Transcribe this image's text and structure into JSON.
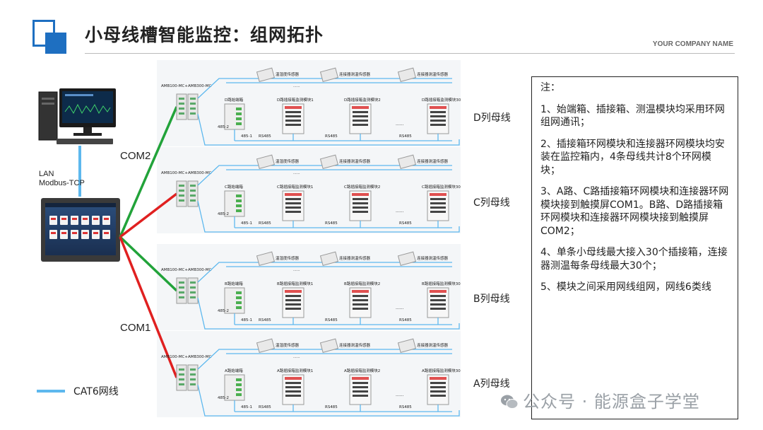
{
  "header": {
    "title": "小母线槽智能监控：组网拓扑",
    "company": "YOUR COMPANY NAME"
  },
  "left": {
    "lan_label_1": "LAN",
    "lan_label_2": "Modbus-TCP",
    "com2_label": "COM2",
    "com1_label": "COM1"
  },
  "legend": {
    "label": "CAT6网线",
    "color": "#5db8ee"
  },
  "colors": {
    "green_link": "#22a33a",
    "red_link": "#e02020",
    "cable": "#5db8ee",
    "accent": "#1e6fc1"
  },
  "buses": [
    {
      "label": "D列母线",
      "controller": "AMB100-MC+AMB300-MC",
      "sensors": [
        "温湿度传感器",
        "连接器测温传感器",
        "连接器测温传感器"
      ],
      "start_box": "D路始端箱",
      "modules": [
        "D路插接箱监测模块1",
        "D路插接箱监测模块2",
        "D路插接箱监测模块30"
      ],
      "port_485_2": "485-2",
      "port_485_1": "485-1",
      "rs485": [
        "RS485",
        "RS485",
        "RS485"
      ],
      "ellipsis": "......"
    },
    {
      "label": "C列母线",
      "controller": "AMB100-MC+AMB300-MC",
      "sensors": [
        "温湿度传感器",
        "连接器测温传感器",
        "连接器测温传感器"
      ],
      "start_box": "C路始端箱",
      "modules": [
        "C路插接箱监测模块1",
        "C路插接箱监测模块2",
        "C路插接箱监测模块30"
      ],
      "port_485_2": "485-2",
      "port_485_1": "485-1",
      "rs485": [
        "RS485",
        "RS485",
        "RS485"
      ],
      "ellipsis": "......"
    },
    {
      "label": "B列母线",
      "controller": "AMB100-MC+AMB300-MC",
      "sensors": [
        "温湿度传感器",
        "连接器测温传感器",
        "连接器测温传感器"
      ],
      "start_box": "B路始端箱",
      "modules": [
        "B路插接箱监测模块1",
        "B路插接箱监测模块2",
        "B路插接箱监测模块30"
      ],
      "port_485_2": "485-2",
      "port_485_1": "485-1",
      "rs485": [
        "RS485",
        "RS485",
        "RS485"
      ],
      "ellipsis": "......"
    },
    {
      "label": "A列母线",
      "controller": "AMB100-MC+AMB300-MC",
      "sensors": [
        "温湿度传感器",
        "连接器测温传感器",
        "连接器测温传感器"
      ],
      "start_box": "A路始端箱",
      "modules": [
        "A路插接箱监测模块1",
        "A路插接箱监测模块2",
        "A路插接箱监测模块30"
      ],
      "port_485_2": "485-2",
      "port_485_1": "485-1",
      "rs485": [
        "RS485",
        "RS485",
        "RS485"
      ],
      "ellipsis": "......"
    }
  ],
  "notes": {
    "title": "注：",
    "items": [
      "1、始端箱、插接箱、测温模块均采用环网组网通讯；",
      "2、插接箱环网模块和连接器环网模块均安装在监控箱内，4条母线共计8个环网模块；",
      "3、A路、C路插接箱环网模块和连接器环网模块接到触摸屏COM1。B路、D路插接箱环网模块和连接器环网模块接到触摸屏COM2；",
      "4、单条小母线最大接入30个插接箱，连接器测温每条母线最大30个；",
      "5、模块之间采用网线组网，网线6类线"
    ]
  },
  "watermark": "公众号 · 能源盒子学堂"
}
